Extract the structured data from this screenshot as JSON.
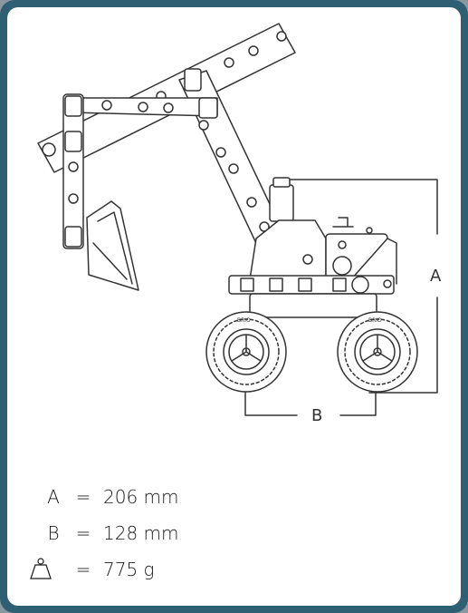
{
  "diagram": {
    "dimension_labels": {
      "height": "A",
      "width": "B"
    },
    "wheel_brand": "BRIO"
  },
  "specs": [
    {
      "symbol": "A",
      "equals": "=",
      "value": "206 mm"
    },
    {
      "symbol": "B",
      "equals": "=",
      "value": "128 mm"
    },
    {
      "symbol_icon": "weight-icon",
      "equals": "=",
      "value": "775 g"
    }
  ],
  "colors": {
    "frame": "#2f5f73",
    "panel": "#ffffff",
    "lines": "#333333"
  }
}
